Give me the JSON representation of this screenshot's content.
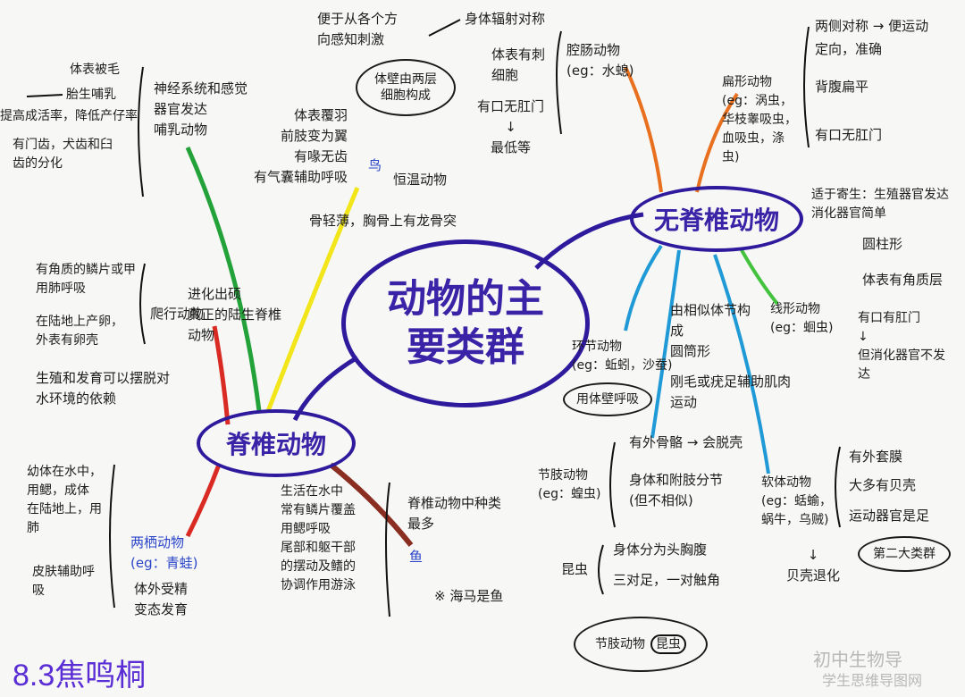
{
  "center": {
    "title": "动物的主要类群"
  },
  "invertebrate": {
    "title": "无脊椎动物",
    "parasite_note": "适于寄生：生殖器官发达\n消化器官简单",
    "coelenterate": {
      "label": "腔肠动物\n(eg：水螅)",
      "radial": "身体辐射对称",
      "sense": "便于从各个方\n向感知刺激",
      "wall": "体壁由两层\n细胞构成",
      "sting": "体表有刺\n细胞",
      "mouth": "有口无肛门\n↓\n最低等"
    },
    "flatworm": {
      "label": "扁形动物\n(eg：涡虫，\n华枝睾吸虫，\n血吸虫，涤\n虫)",
      "bilateral": "两侧对称 → 便运动",
      "orient": "定向，准确",
      "flat": "背腹扁平",
      "mouth": "有口无肛门"
    },
    "roundworm": {
      "label": "线形动物\n(eg：蛔虫)",
      "shape": "圆柱形",
      "cuticle": "体表有角质层",
      "anus": "有口有肛门\n↓\n但消化器官不发\n达"
    },
    "annelid": {
      "label": "环节动物\n(eg：蚯蚓，沙蚕)",
      "breath": "用体壁呼吸",
      "body": "由相似体节构\n成\n圆筒形",
      "move": "刚毛或疣足辅助肌肉\n运动"
    },
    "arthropod": {
      "label": "节肢动物\n(eg：蝗虫)",
      "exo": "有外骨骼 → 会脱壳",
      "seg": "身体和附肢分节\n(但不相似)",
      "insect": "昆虫",
      "insect_body": "身体分为头胸腹",
      "insect_legs": "三对足，一对触角",
      "tag_a": "节肢动物",
      "tag_b": "昆虫"
    },
    "mollusc": {
      "label": "软体动物\n(eg：蛞蝓，\n蜗牛，乌贼)",
      "mantle": "有外套膜",
      "shell": "大多有贝壳",
      "foot": "运动器官是足",
      "second": "第二大类群",
      "shell_down": "↓\n贝壳退化"
    }
  },
  "vertebrate": {
    "title": "脊椎动物",
    "mammal": {
      "label": "神经系统和感觉\n器官发达\n哺乳动物",
      "fur": "体表被毛",
      "birth": "胎生哺乳",
      "surv": "提高成活率，降低产仔率",
      "teeth": "有门齿，犬齿和臼\n齿的分化"
    },
    "bird": {
      "label": "鸟",
      "feather": "体表覆羽\n前肢变为翼\n有喙无齿\n有气囊辅助呼吸",
      "warm": "恒温动物",
      "bone": "骨轻薄，胸骨上有龙骨突"
    },
    "reptile": {
      "label": "爬行动物",
      "scale": "有角质的鳞片或甲\n用肺呼吸",
      "egg": "在陆地上产卵，\n外表有卵壳",
      "evo": "进化出硕\n真正的陆生脊椎\n动物",
      "free": "生殖和发育可以摆脱对\n水环境的依赖"
    },
    "amphibian": {
      "label": "两栖动物\n(eg：青蛙)",
      "life": "幼体在水中，\n用鳃，成体\n在陆地上，用\n肺",
      "skin": "皮肤辅助呼\n吸",
      "dev": "体外受精\n变态发育"
    },
    "fish": {
      "label": "鱼",
      "life": "生活在水中\n常有鳞片覆盖\n用鳃呼吸\n尾部和躯干部\n的摆动及鳍的\n协调作用游泳",
      "most": "脊椎动物中种类\n最多",
      "seahorse": "※ 海马是鱼"
    }
  },
  "footer": "8.3焦鸣桐",
  "watermark_a": "初中生物导",
  "watermark_b": "学生思维导图网",
  "colors": {
    "hub": "#2e1a9c",
    "footer": "#5a2ed4"
  }
}
